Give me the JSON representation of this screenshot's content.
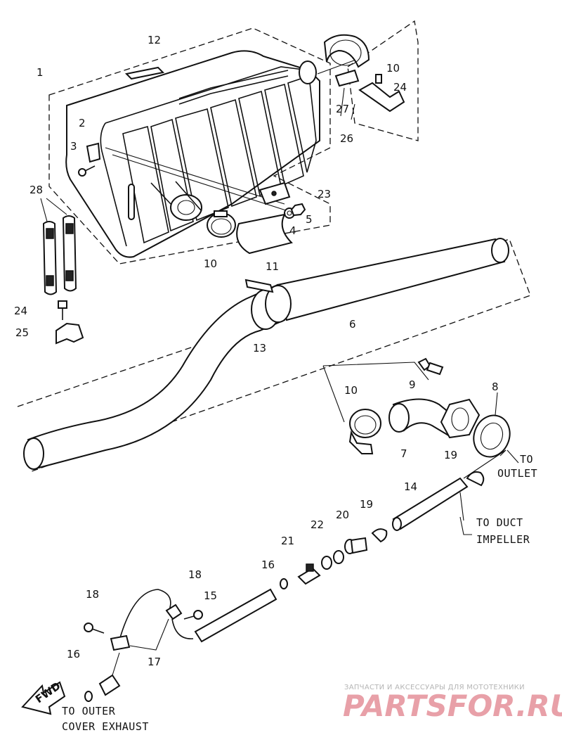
{
  "callouts": {
    "c1": "1",
    "c2": "2",
    "c3": "3",
    "c4": "4",
    "c5": "5",
    "c6": "6",
    "c7": "7",
    "c8": "8",
    "c9": "9",
    "c10a": "10",
    "c10b": "10",
    "c10c": "10",
    "c11": "11",
    "c12": "12",
    "c13": "13",
    "c14": "14",
    "c15": "15",
    "c16a": "16",
    "c16b": "16",
    "c17": "17",
    "c18a": "18",
    "c18b": "18",
    "c19a": "19",
    "c19b": "19",
    "c20": "20",
    "c21": "21",
    "c22": "22",
    "c23": "23",
    "c24a": "24",
    "c24b": "24",
    "c25": "25",
    "c26": "26",
    "c27": "27",
    "c28": "28"
  },
  "notes": {
    "to_outlet_1": "TO",
    "to_outlet_2": "OUTLET",
    "to_duct_1": "TO DUCT",
    "to_duct_2": "IMPELLER",
    "to_outer_1": "TO OUTER",
    "to_outer_2": "COVER EXHAUST",
    "fwd": "FWD"
  },
  "watermark": {
    "tagline": "ЗАПЧАСТИ И АКСЕССУАРЫ ДЛЯ МОТОТЕХНИКИ",
    "brand": "PARTSFOR.RU"
  }
}
